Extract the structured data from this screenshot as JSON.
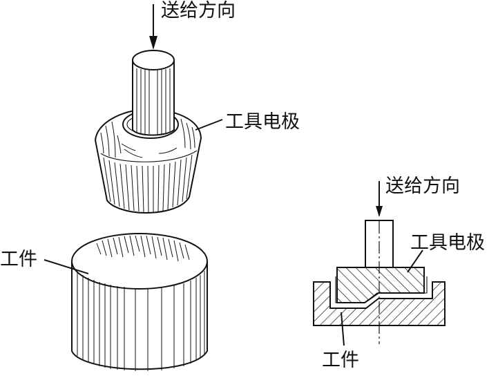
{
  "labels": {
    "feed_direction": "送给方向",
    "tool_electrode": "工具电极",
    "workpiece": "工件"
  },
  "colors": {
    "ink": "#111111",
    "paper": "#ffffff"
  }
}
